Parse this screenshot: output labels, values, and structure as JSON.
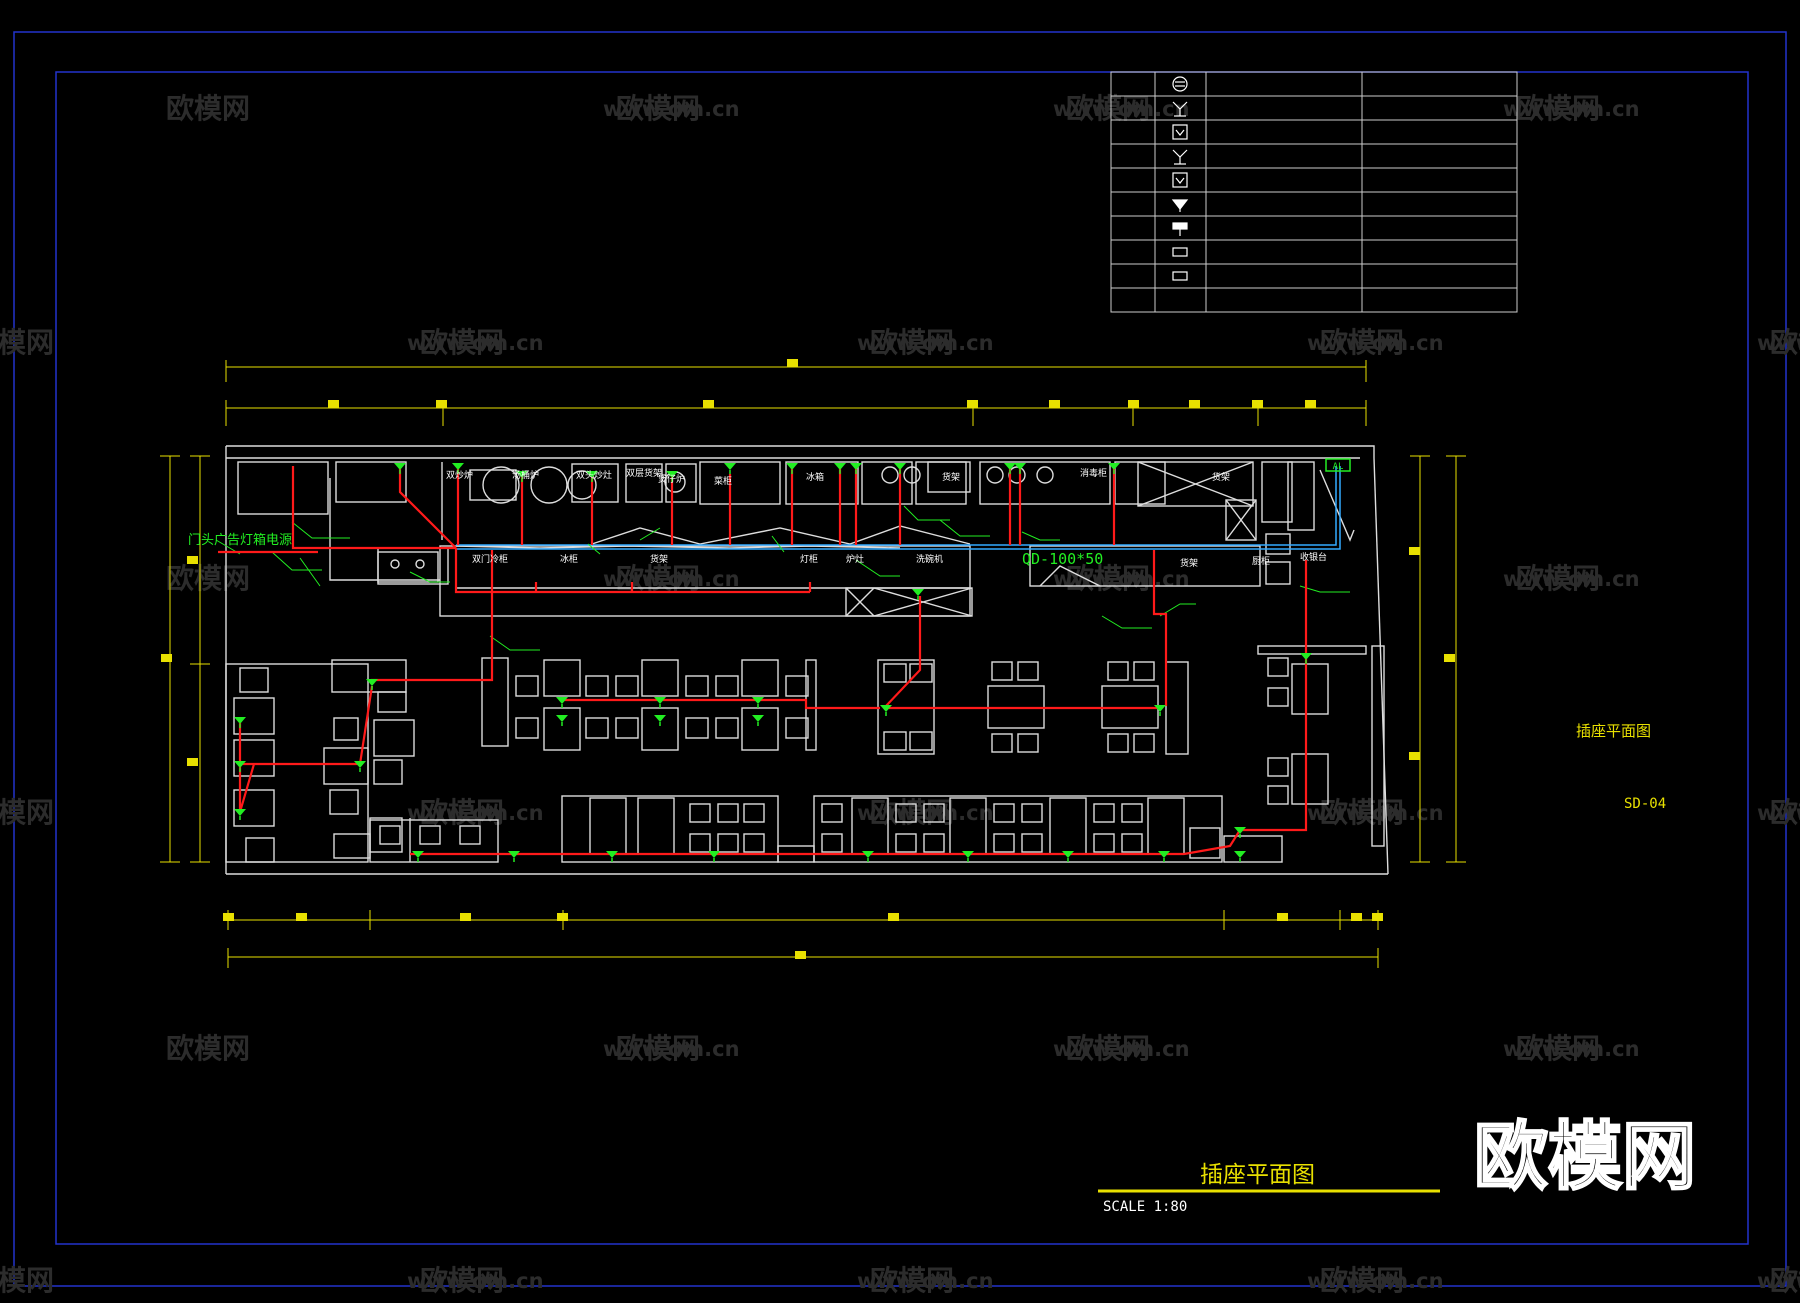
{
  "drawing": {
    "title": "插座平面图",
    "scale": "SCALE 1:80",
    "side_title": "插座平面图",
    "sheet_number": "SD-04",
    "trunk_label": "QD-100*50",
    "storefront_label": "门头广告灯箱电源",
    "panel_label": "AL"
  },
  "legend": {
    "rows": [
      {
        "icon": "circle-socket-icon"
      },
      {
        "icon": "y-socket-icon"
      },
      {
        "icon": "boxed-socket-icon"
      },
      {
        "icon": "y-socket-icon"
      },
      {
        "icon": "boxed-socket-icon"
      },
      {
        "icon": "waterproof-socket-icon"
      },
      {
        "icon": "filled-socket-icon"
      },
      {
        "icon": "outline-rect-icon"
      },
      {
        "icon": "outline-rect-icon"
      },
      {
        "icon": ""
      }
    ]
  },
  "equipment_labels": {
    "kitchen_top": [
      "双炒炉",
      "汤桶炉",
      "双头炒灶",
      "双层货架",
      "煲仔炉",
      "菜柜",
      "冰箱",
      "货架",
      "消毒柜",
      "货架"
    ],
    "counter": [
      "双门冷柜",
      "冰柜",
      "货架",
      "灯柜",
      "炉灶",
      "洗碗机",
      "货架",
      "收银台",
      "厨柜"
    ]
  },
  "watermark": {
    "brand": "欧模网",
    "site": "www.om.cn"
  },
  "colors": {
    "frame": "#2233cc",
    "wall": "#dddddd",
    "circuit": "#ff1a1a",
    "socket": "#22ee22",
    "dimension": "#e8e000",
    "trunk": "#33aaff",
    "label": "#ffffff"
  }
}
